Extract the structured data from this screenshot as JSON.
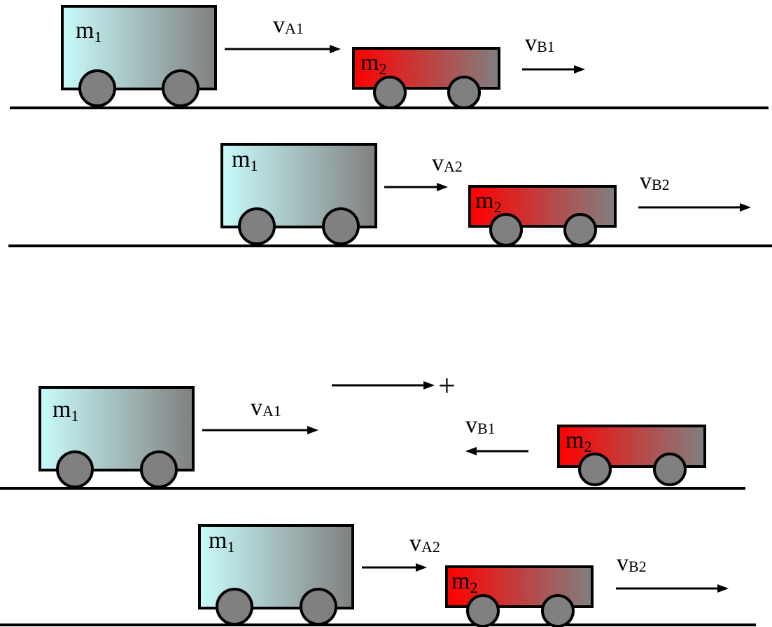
{
  "scenes": [
    {
      "cart_a_label": {
        "base": "m",
        "sub": "1"
      },
      "cart_b_label": {
        "base": "m",
        "sub": "2"
      },
      "velocity_a": {
        "base": "v",
        "sub": "A1"
      },
      "velocity_b": {
        "base": "v",
        "sub": "B1"
      }
    },
    {
      "cart_a_label": {
        "base": "m",
        "sub": "1"
      },
      "cart_b_label": {
        "base": "m",
        "sub": "2"
      },
      "velocity_a": {
        "base": "v",
        "sub": "A2"
      },
      "velocity_b": {
        "base": "v",
        "sub": "B2"
      }
    },
    {
      "cart_a_label": {
        "base": "m",
        "sub": "1"
      },
      "cart_b_label": {
        "base": "m",
        "sub": "2"
      },
      "velocity_a": {
        "base": "v",
        "sub": "A1"
      },
      "velocity_b": {
        "base": "v",
        "sub": "B1"
      },
      "positive_direction_sign": "+"
    },
    {
      "cart_a_label": {
        "base": "m",
        "sub": "1"
      },
      "cart_b_label": {
        "base": "m",
        "sub": "2"
      },
      "velocity_a": {
        "base": "v",
        "sub": "A2"
      },
      "velocity_b": {
        "base": "v",
        "sub": "B2"
      }
    }
  ],
  "colors": {
    "cart_a_gradient": [
      "#c8fbfb",
      "#808080"
    ],
    "cart_b_gradient": [
      "#ff0000",
      "#808080"
    ],
    "wheel": "#808080",
    "line": "#000000"
  }
}
